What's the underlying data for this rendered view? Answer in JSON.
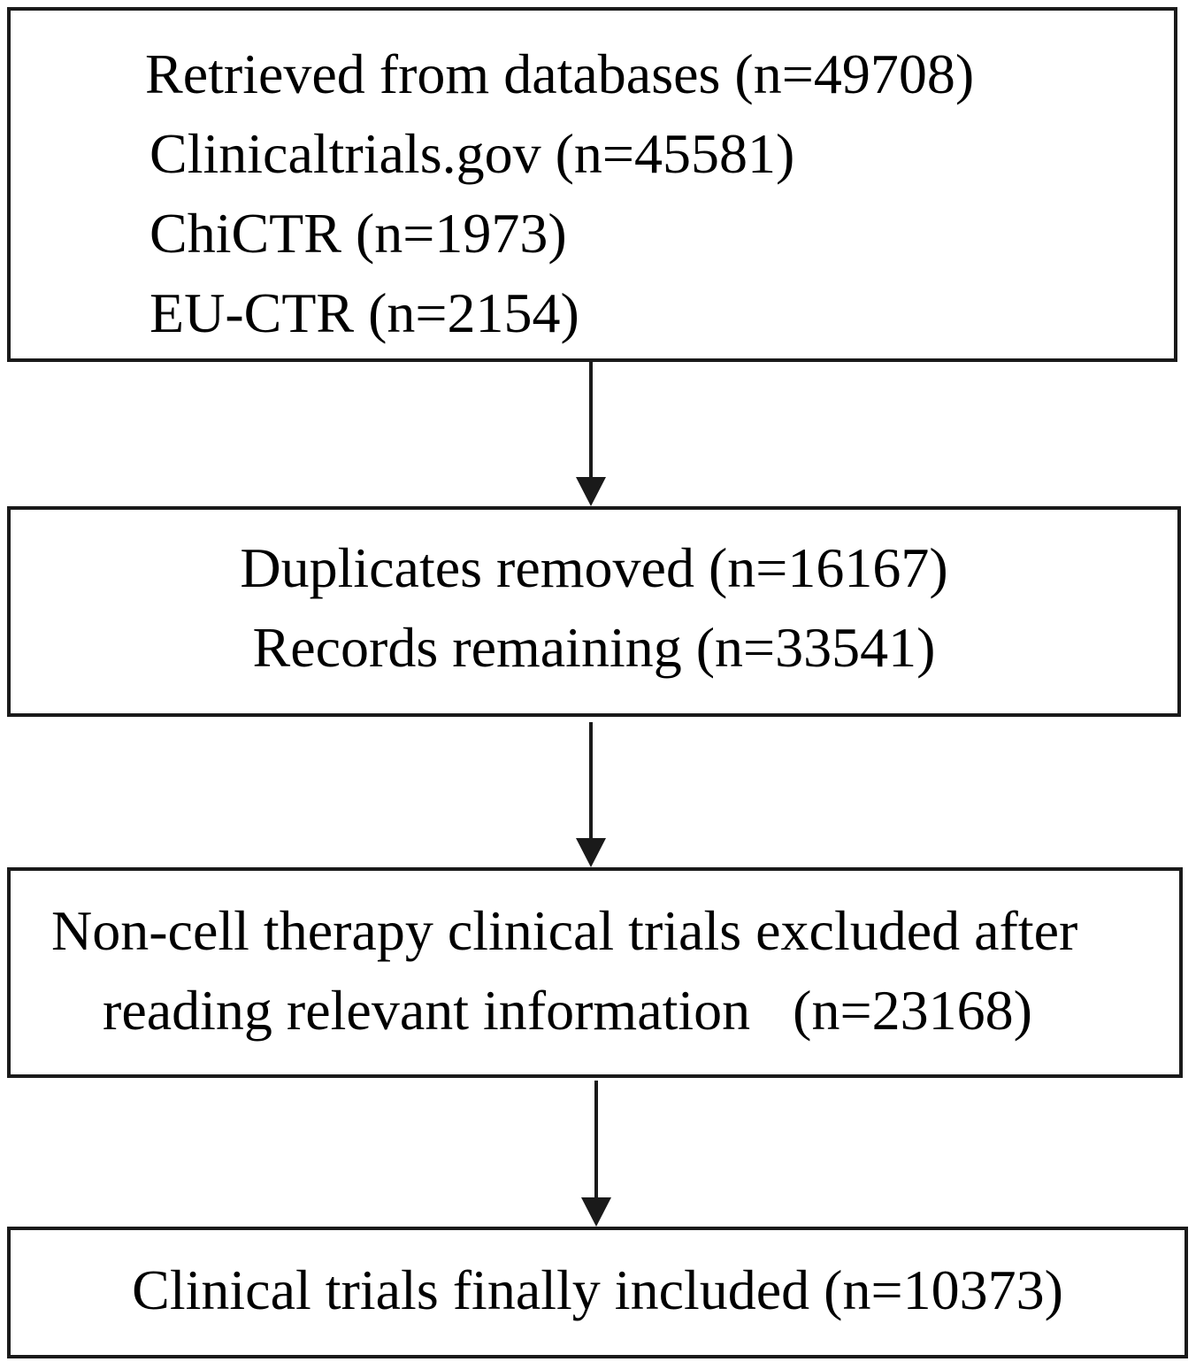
{
  "flow": {
    "steps": [
      {
        "lines": [
          "Retrieved from databases (n=49708)",
          "Clinicaltrials.gov (n=45581)",
          "ChiCTR (n=1973)",
          "EU-CTR (n=2154)"
        ]
      },
      {
        "lines": [
          "Duplicates removed (n=16167)",
          "Records remaining (n=33541)"
        ]
      },
      {
        "lines": [
          "Non-cell therapy clinical trials excluded after",
          "reading relevant information   (n=23168)"
        ]
      },
      {
        "lines": [
          "Clinical trials finally included (n=10373)"
        ]
      }
    ],
    "colors": {
      "stroke": "#1a1a1a",
      "background": "#ffffff"
    }
  }
}
